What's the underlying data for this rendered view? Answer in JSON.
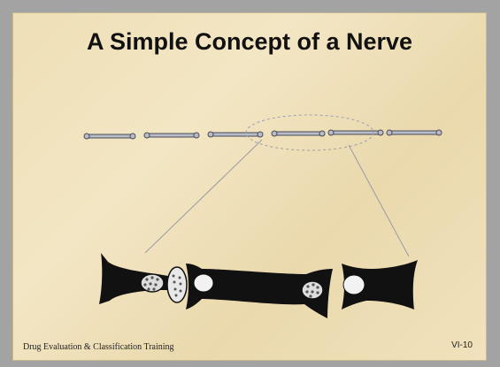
{
  "slide": {
    "title": "A Simple Concept of a Nerve",
    "footer_left": "Drug Evaluation & Classification Training",
    "footer_right": "VI-10"
  },
  "colors": {
    "background": "#f0e2bd",
    "ink": "#111111",
    "outer_frame": "#a3a3a3"
  }
}
